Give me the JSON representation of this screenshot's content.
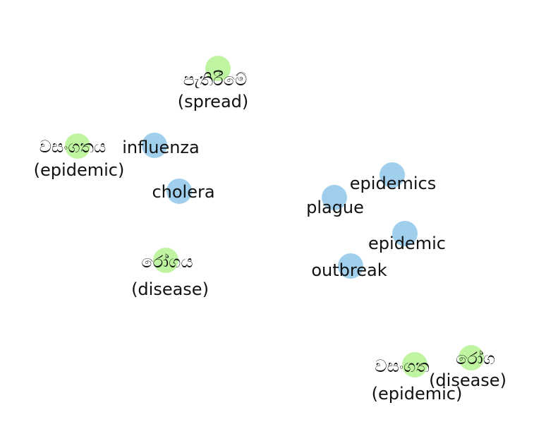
{
  "colors": {
    "sinhala_node": "#bff5a0",
    "english_node": "#9fcfec",
    "text": "#111111",
    "background": "#ffffff"
  },
  "nodes": [
    {
      "id": "n1",
      "lang": "si",
      "label": "පැතිරීමේ",
      "gloss": "(spread)"
    },
    {
      "id": "n2",
      "lang": "si",
      "label": "වසංගතය",
      "gloss": "(epidemic)"
    },
    {
      "id": "n3",
      "lang": "en",
      "label": "influenza"
    },
    {
      "id": "n4",
      "lang": "en",
      "label": "cholera"
    },
    {
      "id": "n5",
      "lang": "si",
      "label": "රෝගය",
      "gloss": "(disease)"
    },
    {
      "id": "n6",
      "lang": "en",
      "label": "epidemics"
    },
    {
      "id": "n7",
      "lang": "en",
      "label": "plague"
    },
    {
      "id": "n8",
      "lang": "en",
      "label": "epidemic"
    },
    {
      "id": "n9",
      "lang": "en",
      "label": "outbreak"
    },
    {
      "id": "n10",
      "lang": "si",
      "label": "වසංගත",
      "gloss": "(epidemic)"
    },
    {
      "id": "n11",
      "lang": "si",
      "label": "රෝග",
      "gloss": "(disease)"
    }
  ]
}
